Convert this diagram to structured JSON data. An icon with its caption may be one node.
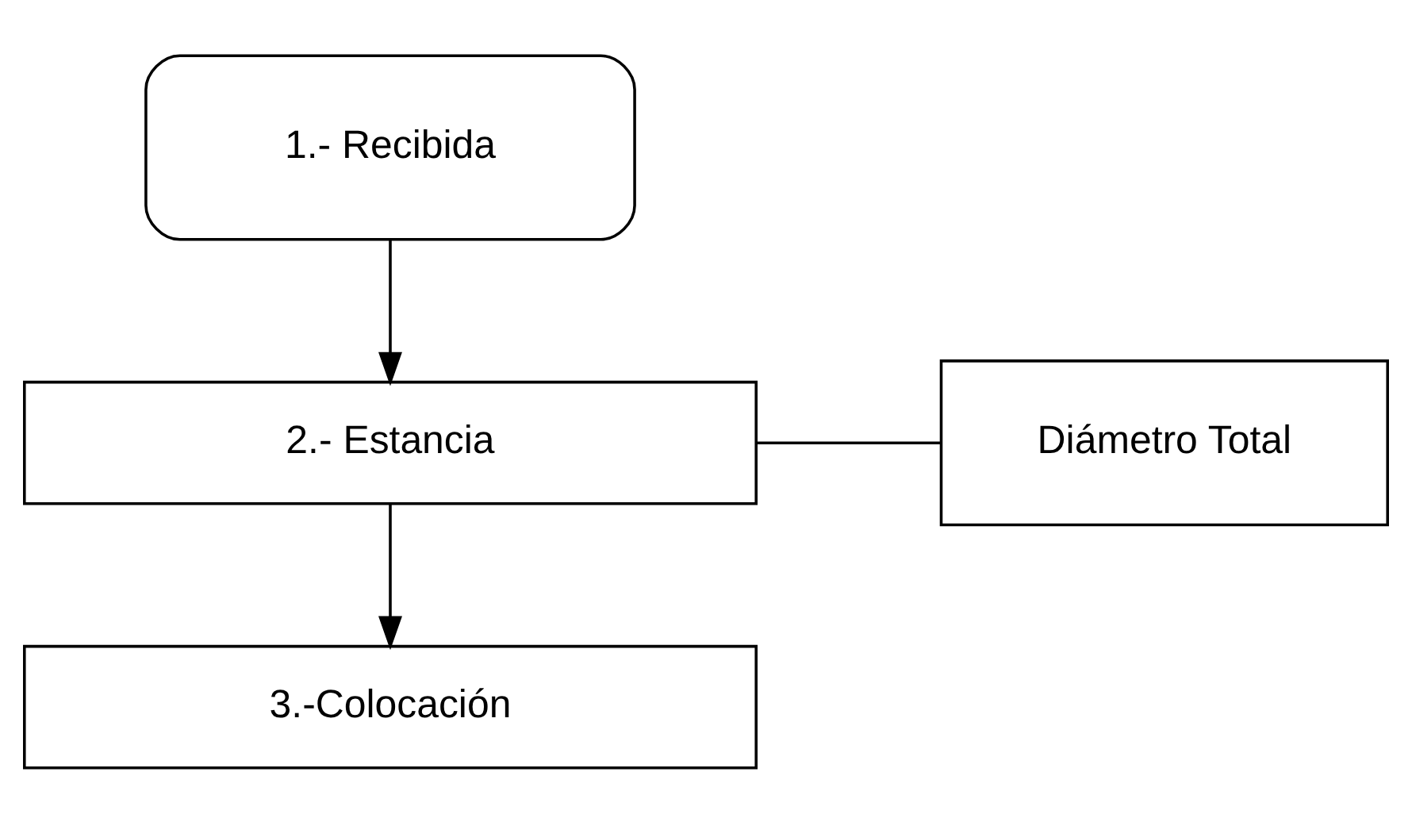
{
  "diagram": {
    "nodes": [
      {
        "text": [
          "1.- Recibida"
        ]
      },
      {
        "text": [
          "2.- Estancia"
        ]
      },
      {
        "text": [
          "Diámetro Total"
        ]
      },
      {
        "text": [
          "3.-Colocación"
        ]
      }
    ],
    "edges": [
      {
        "from": 0,
        "to": 1,
        "arrow": "to"
      },
      {
        "from": 1,
        "to": 2,
        "arrow": "none"
      },
      {
        "from": 1,
        "to": 3,
        "arrow": "to"
      }
    ]
  }
}
